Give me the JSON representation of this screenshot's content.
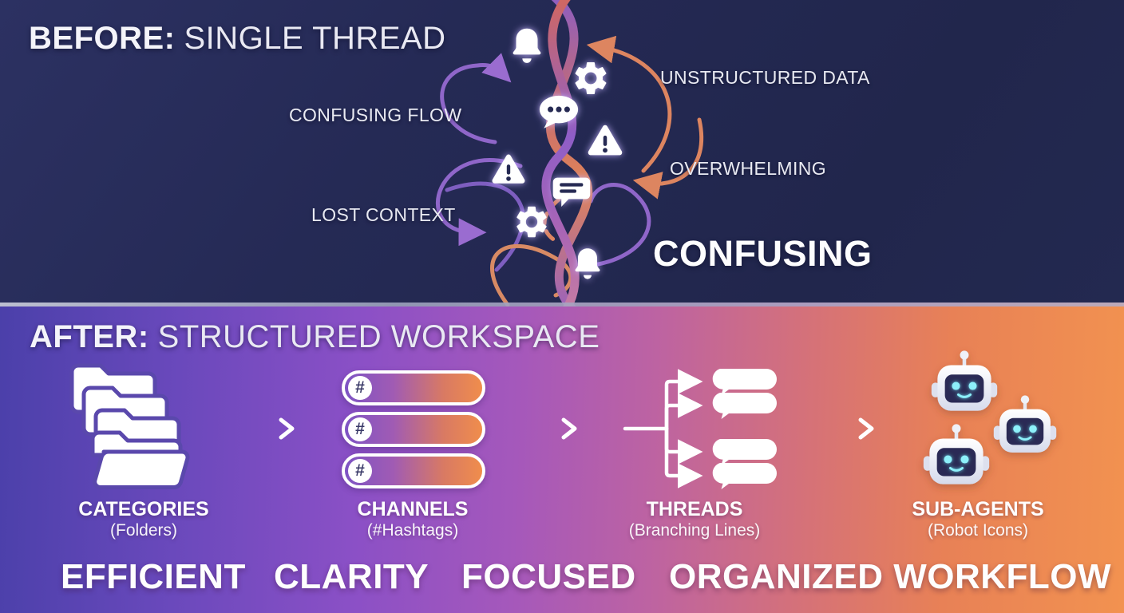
{
  "colors": {
    "top_bg": "#23284e",
    "bottom_gradient_left": "#4b40aa",
    "bottom_gradient_mid": "#a558bb",
    "bottom_gradient_right": "#f29250",
    "thread_purple": "#8f66c9",
    "thread_orange": "#dd8560",
    "icon_white": "#ffffff",
    "icon_glow": "#c4b2ff",
    "robot_screen": "#2a2c55",
    "robot_eyes": "#8df0fa",
    "divider": "#9aa0bb"
  },
  "before": {
    "title_bold": "BEFORE:",
    "title_rest": "SINGLE THREAD",
    "labels": {
      "confusing_flow": "CONFUSING FLOW",
      "unstructured_data": "UNSTRUCTURED DATA",
      "overwhelming": "OVERWHELMING",
      "lost_context": "LOST CONTEXT",
      "confusing": "CONFUSING"
    },
    "tangle_icons": [
      "bell",
      "gear",
      "chat-dots-bubble",
      "warning-triangle",
      "warning-triangle",
      "chat-lines-bubble",
      "gear",
      "bell"
    ]
  },
  "after": {
    "title_bold": "AFTER:",
    "title_rest": "STRUCTURED WORKSPACE",
    "channel_hash": "#",
    "steps": [
      {
        "id": "categories",
        "icon": "folder-stack",
        "label": "CATEGORIES",
        "sublabel": "(Folders)"
      },
      {
        "id": "channels",
        "icon": "hashtag-pills",
        "label": "CHANNELS",
        "sublabel": "(#Hashtags)"
      },
      {
        "id": "threads",
        "icon": "branching-bubbles",
        "label": "THREADS",
        "sublabel": "(Branching Lines)"
      },
      {
        "id": "sub-agents",
        "icon": "robot-heads",
        "label": "SUB-AGENTS",
        "sublabel": "(Robot Icons)"
      }
    ],
    "keywords": [
      "EFFICIENT",
      "CLARITY",
      "FOCUSED",
      "ORGANIZED WORKFLOW"
    ]
  }
}
